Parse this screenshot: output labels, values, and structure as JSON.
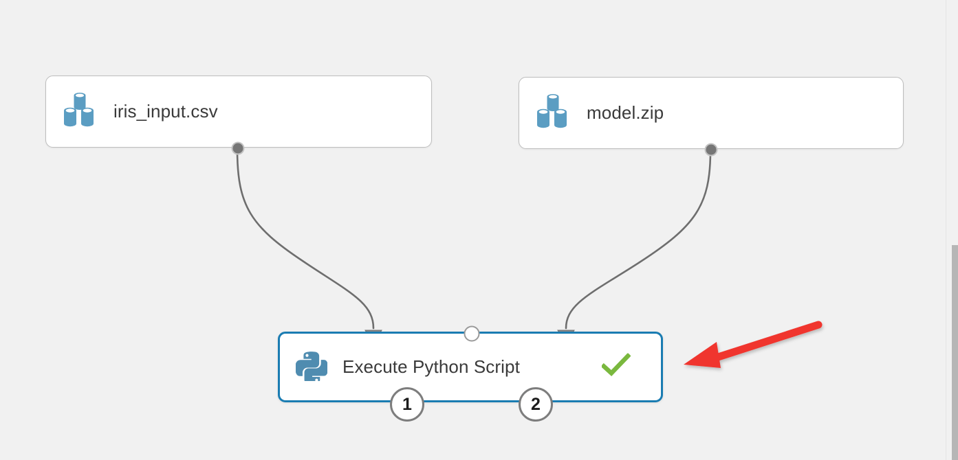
{
  "canvas": {
    "background_color": "#f1f1f1",
    "accent_color": "#1a7cb2",
    "wire_color": "#6e6e6e",
    "annotation_color": "#f0352e"
  },
  "nodes": [
    {
      "id": "iris-input",
      "label": "iris_input.csv",
      "type": "dataset",
      "icon": "dataset-cylinders-icon",
      "icon_color": "#5b9dc2",
      "selected": false,
      "output_ports": [
        {
          "name": "dataset-output-port",
          "kind": "filled"
        }
      ]
    },
    {
      "id": "model-zip",
      "label": "model.zip",
      "type": "dataset",
      "icon": "dataset-cylinders-icon",
      "icon_color": "#5b9dc2",
      "selected": false,
      "output_ports": [
        {
          "name": "dataset-output-port",
          "kind": "filled"
        }
      ]
    },
    {
      "id": "execute-python-script",
      "label": "Execute Python Script",
      "type": "module",
      "icon": "python-logo-icon",
      "icon_color": "#4f8cb0",
      "selected": true,
      "status_icon": "green-check-icon",
      "status_color": "#7ab83e",
      "input_ports": [
        {
          "name": "input-port-1",
          "kind": "arrow",
          "connected": true
        },
        {
          "name": "input-port-2",
          "kind": "open-circle",
          "connected": false
        },
        {
          "name": "input-port-3",
          "kind": "arrow",
          "connected": true
        }
      ],
      "output_ports": [
        {
          "name": "output-port-1",
          "kind": "numbered",
          "label": "1"
        },
        {
          "name": "output-port-2",
          "kind": "numbered",
          "label": "2"
        }
      ]
    }
  ],
  "connections": [
    {
      "name": "wire-iris-to-execute",
      "from": "iris-input",
      "to": "execute-python-script"
    },
    {
      "name": "wire-model-to-execute",
      "from": "model-zip",
      "to": "execute-python-script"
    }
  ],
  "annotation": {
    "name": "red-arrow-annotation",
    "direction": "points-left",
    "color": "#f0352e"
  },
  "scrollbar": {
    "name": "vertical-scrollbar",
    "orientation": "vertical",
    "thumb_color": "#b6b6b6"
  }
}
